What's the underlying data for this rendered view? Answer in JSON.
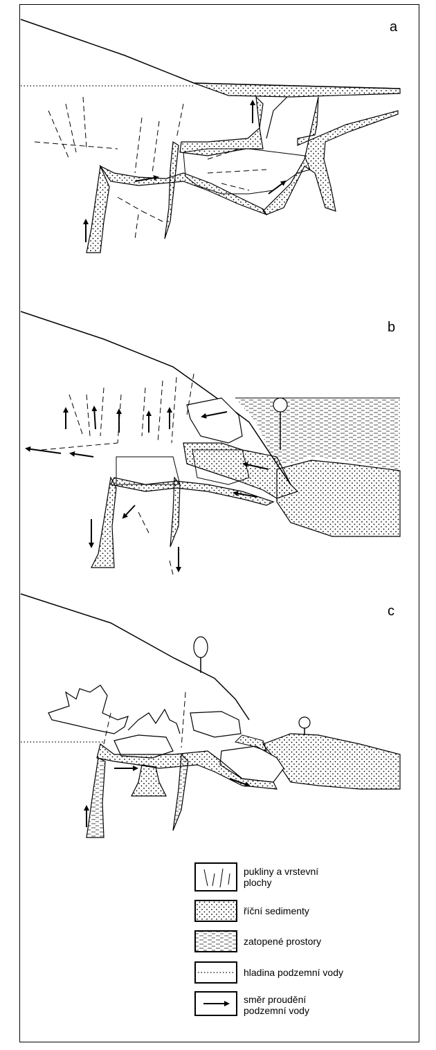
{
  "panels": {
    "a": "a",
    "b": "b",
    "c": "c"
  },
  "legend": {
    "items": [
      {
        "symbol": "fractures-icon",
        "label": "pukliny a vrstevní\nplochy"
      },
      {
        "symbol": "river-sediment-icon",
        "label": "říční sedimenty"
      },
      {
        "symbol": "flooded-space-icon",
        "label": "zatopené prostory"
      },
      {
        "symbol": "groundwater-level-icon",
        "label": "hladina podzemní vody"
      },
      {
        "symbol": "flow-arrow-icon",
        "label": "směr proudění\npodzemní vody"
      }
    ]
  },
  "colors": {
    "ink": "#000000",
    "paper": "#ffffff"
  }
}
